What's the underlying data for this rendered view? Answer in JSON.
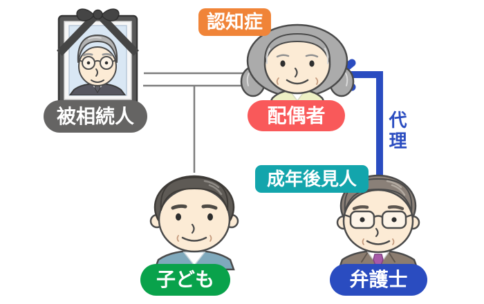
{
  "background_color": "#FFFFFF",
  "people": {
    "decedent": {
      "label": "被相続人",
      "label_color": "#656463",
      "icon": "memorial-photo-elderly-man"
    },
    "spouse": {
      "label": "配偶者",
      "label_color": "#F9595A",
      "status_badge": "認知症",
      "status_badge_color": "#F08438",
      "icon": "elderly-woman"
    },
    "child": {
      "label": "子ども",
      "label_color": "#09A24B",
      "icon": "middle-aged-man"
    },
    "lawyer": {
      "label": "弁護士",
      "label_color": "#2A4CC0",
      "role_badge": "成年後見人",
      "role_badge_color": "#13A5AC",
      "icon": "man-with-glasses-in-suit"
    }
  },
  "proxy_arrow": {
    "label": "代理",
    "color": "#2A4CC0"
  },
  "family_tree": {
    "line_color": "#7C7C7C"
  }
}
